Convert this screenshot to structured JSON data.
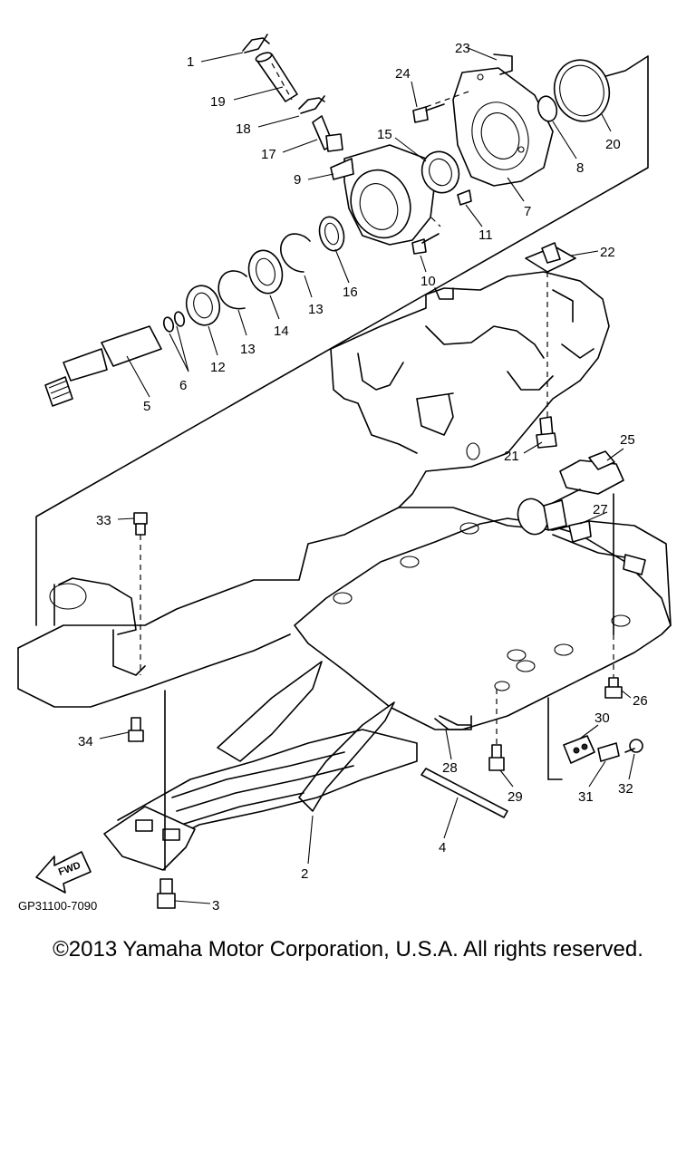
{
  "diagram": {
    "callouts": {
      "c1": "1",
      "c2": "2",
      "c3": "3",
      "c4": "4",
      "c5": "5",
      "c6": "6",
      "c7": "7",
      "c8": "8",
      "c9": "9",
      "c10": "10",
      "c11": "11",
      "c12": "12",
      "c13a": "13",
      "c13b": "13",
      "c14": "14",
      "c15": "15",
      "c16": "16",
      "c17": "17",
      "c18": "18",
      "c19": "19",
      "c20": "20",
      "c21": "21",
      "c22": "22",
      "c23": "23",
      "c24": "24",
      "c25": "25",
      "c26": "26",
      "c27": "27",
      "c28": "28",
      "c29": "29",
      "c30": "30",
      "c31": "31",
      "c32": "32",
      "c33": "33",
      "c34": "34"
    },
    "fwd_label": "FWD",
    "diagram_code": "GP31100-7090"
  },
  "footer": {
    "copyright": "©2013 Yamaha Motor Corporation, U.S.A. All rights reserved."
  },
  "colors": {
    "ink": "#000000",
    "background": "#ffffff"
  }
}
